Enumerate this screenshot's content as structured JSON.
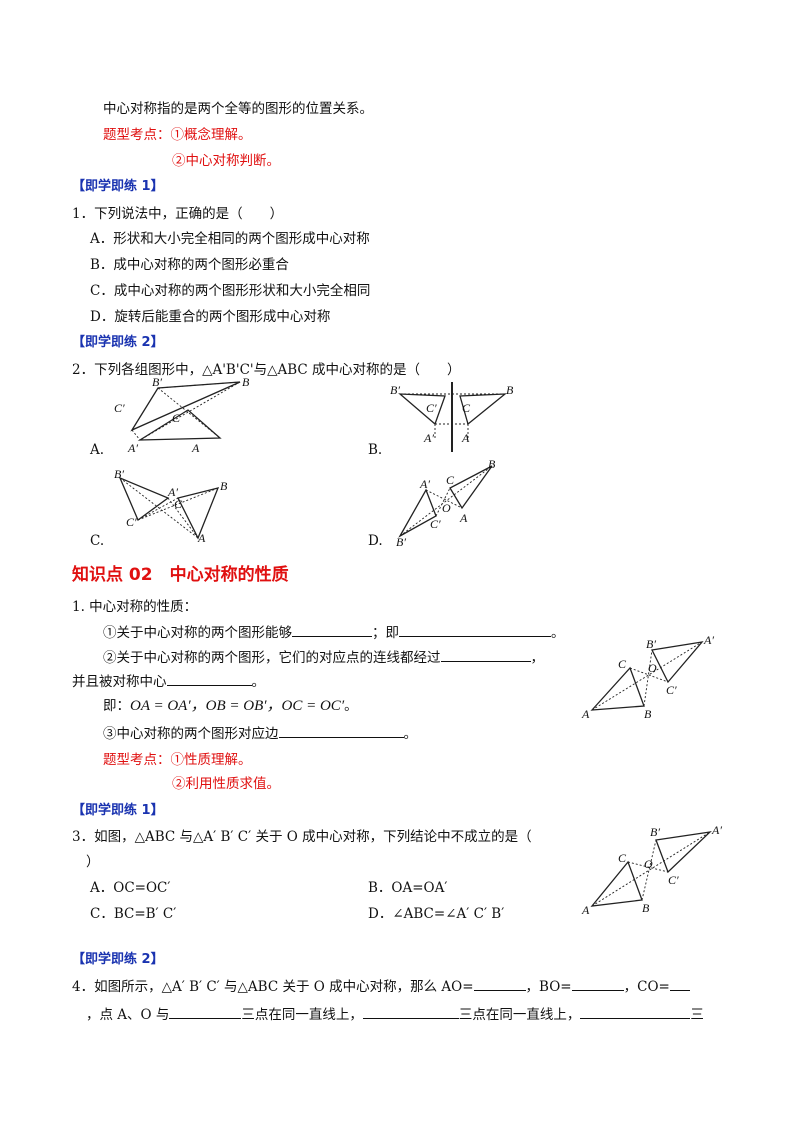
{
  "intro": {
    "line1": "中心对称指的是两个全等的图形的位置关系。",
    "exam_points_label": "题型考点：",
    "exam_point_1": "①概念理解。",
    "exam_point_2": "②中心对称判断。"
  },
  "practice1_label": "【即学即练 1】",
  "q1": {
    "stem": "1．下列说法中，正确的是（　　）",
    "options": [
      "A．形状和大小完全相同的两个图形成中心对称",
      "B．成中心对称的两个图形必重合",
      "C．成中心对称的两个图形形状和大小完全相同",
      "D．旋转后能重合的两个图形成中心对称"
    ]
  },
  "practice2_label": "【即学即练 2】",
  "q2": {
    "stem": "2．下列各组图形中，△A'B'C'与△ABC 成中心对称的是（　　）",
    "labels": [
      "A.",
      "B.",
      "C.",
      "D."
    ]
  },
  "section": {
    "heading": "知识点 02　中心对称的性质",
    "item1": "1. 中心对称的性质：",
    "p1_a": "①关于中心对称的两个图形能够",
    "p1_b": "；即",
    "p1_c": "。",
    "p2_a": "②关于中心对称的两个图形，它们的对应点的连线都经过",
    "p2_b": "，",
    "p3_a": "并且被对称中心",
    "p3_b": "。",
    "p4_a": "即：",
    "p4_formula": "OA = OA′，OB = OB′，OC = OC′",
    "p4_b": "。",
    "p5_a": "③中心对称的两个图形对应边",
    "p5_b": "。",
    "exam_points_label": "题型考点：",
    "exam_point_1": "①性质理解。",
    "exam_point_2": "②利用性质求值。"
  },
  "practice3_label": "【即学即练 1】",
  "q3": {
    "stem": "3．如图，△ABC 与△A′ B′ C′ 关于 O 成中心对称，下列结论中不成立的是（",
    "stem_end": "）",
    "options": [
      "A．OC=OC′",
      "B．OA=OA′",
      "C．BC=B′ C′",
      "D．∠ABC=∠A′ C′ B′"
    ]
  },
  "practice4_label": "【即学即练 2】",
  "q4": {
    "line1_a": "4．如图所示，△A′ B′ C′ 与△ABC 关于 O 成中心对称，那么 AO=",
    "line1_b": "，BO=",
    "line1_c": "，CO=",
    "line2_a": "，点 A、O 与",
    "line2_b": "三点在同一直线上，",
    "line2_c": "三点在同一直线上，",
    "line2_d": "三"
  },
  "figure_labels": {
    "A": "A",
    "B": "B",
    "C": "C",
    "O": "O",
    "A1": "A′",
    "B1": "B′",
    "C1": "C′"
  }
}
